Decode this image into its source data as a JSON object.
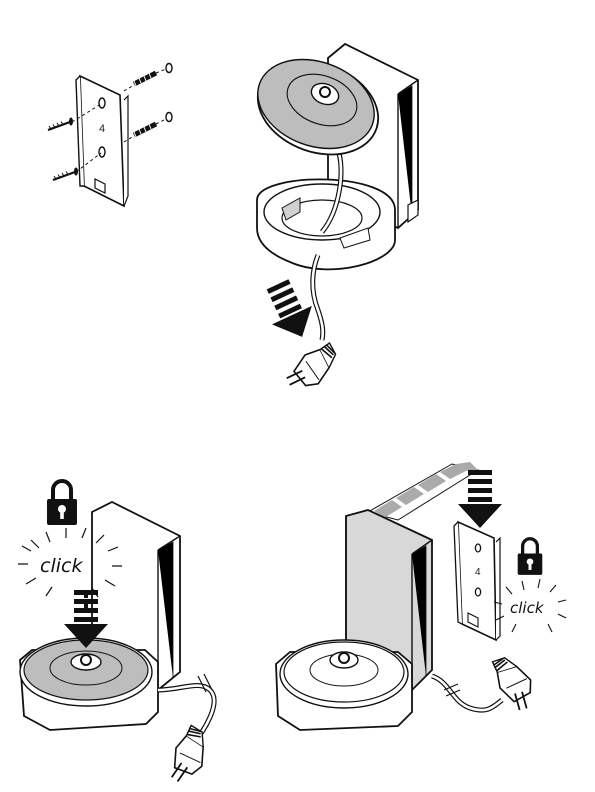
{
  "figure1": {
    "plate_number": "4"
  },
  "figure3": {
    "click_label": "click"
  },
  "figure4": {
    "click_label": "click",
    "plate_number": "4"
  },
  "colors": {
    "line": "#111111",
    "device_fill": "#ffffff",
    "side_shade": "#d8d8d8",
    "disc_fill": "#b9b9b9",
    "padlock_fill": "#111111"
  },
  "icons": [
    "screw-icon",
    "wall-plug-icon",
    "padlock-icon",
    "arrow-down-icon",
    "power-plug-icon"
  ]
}
